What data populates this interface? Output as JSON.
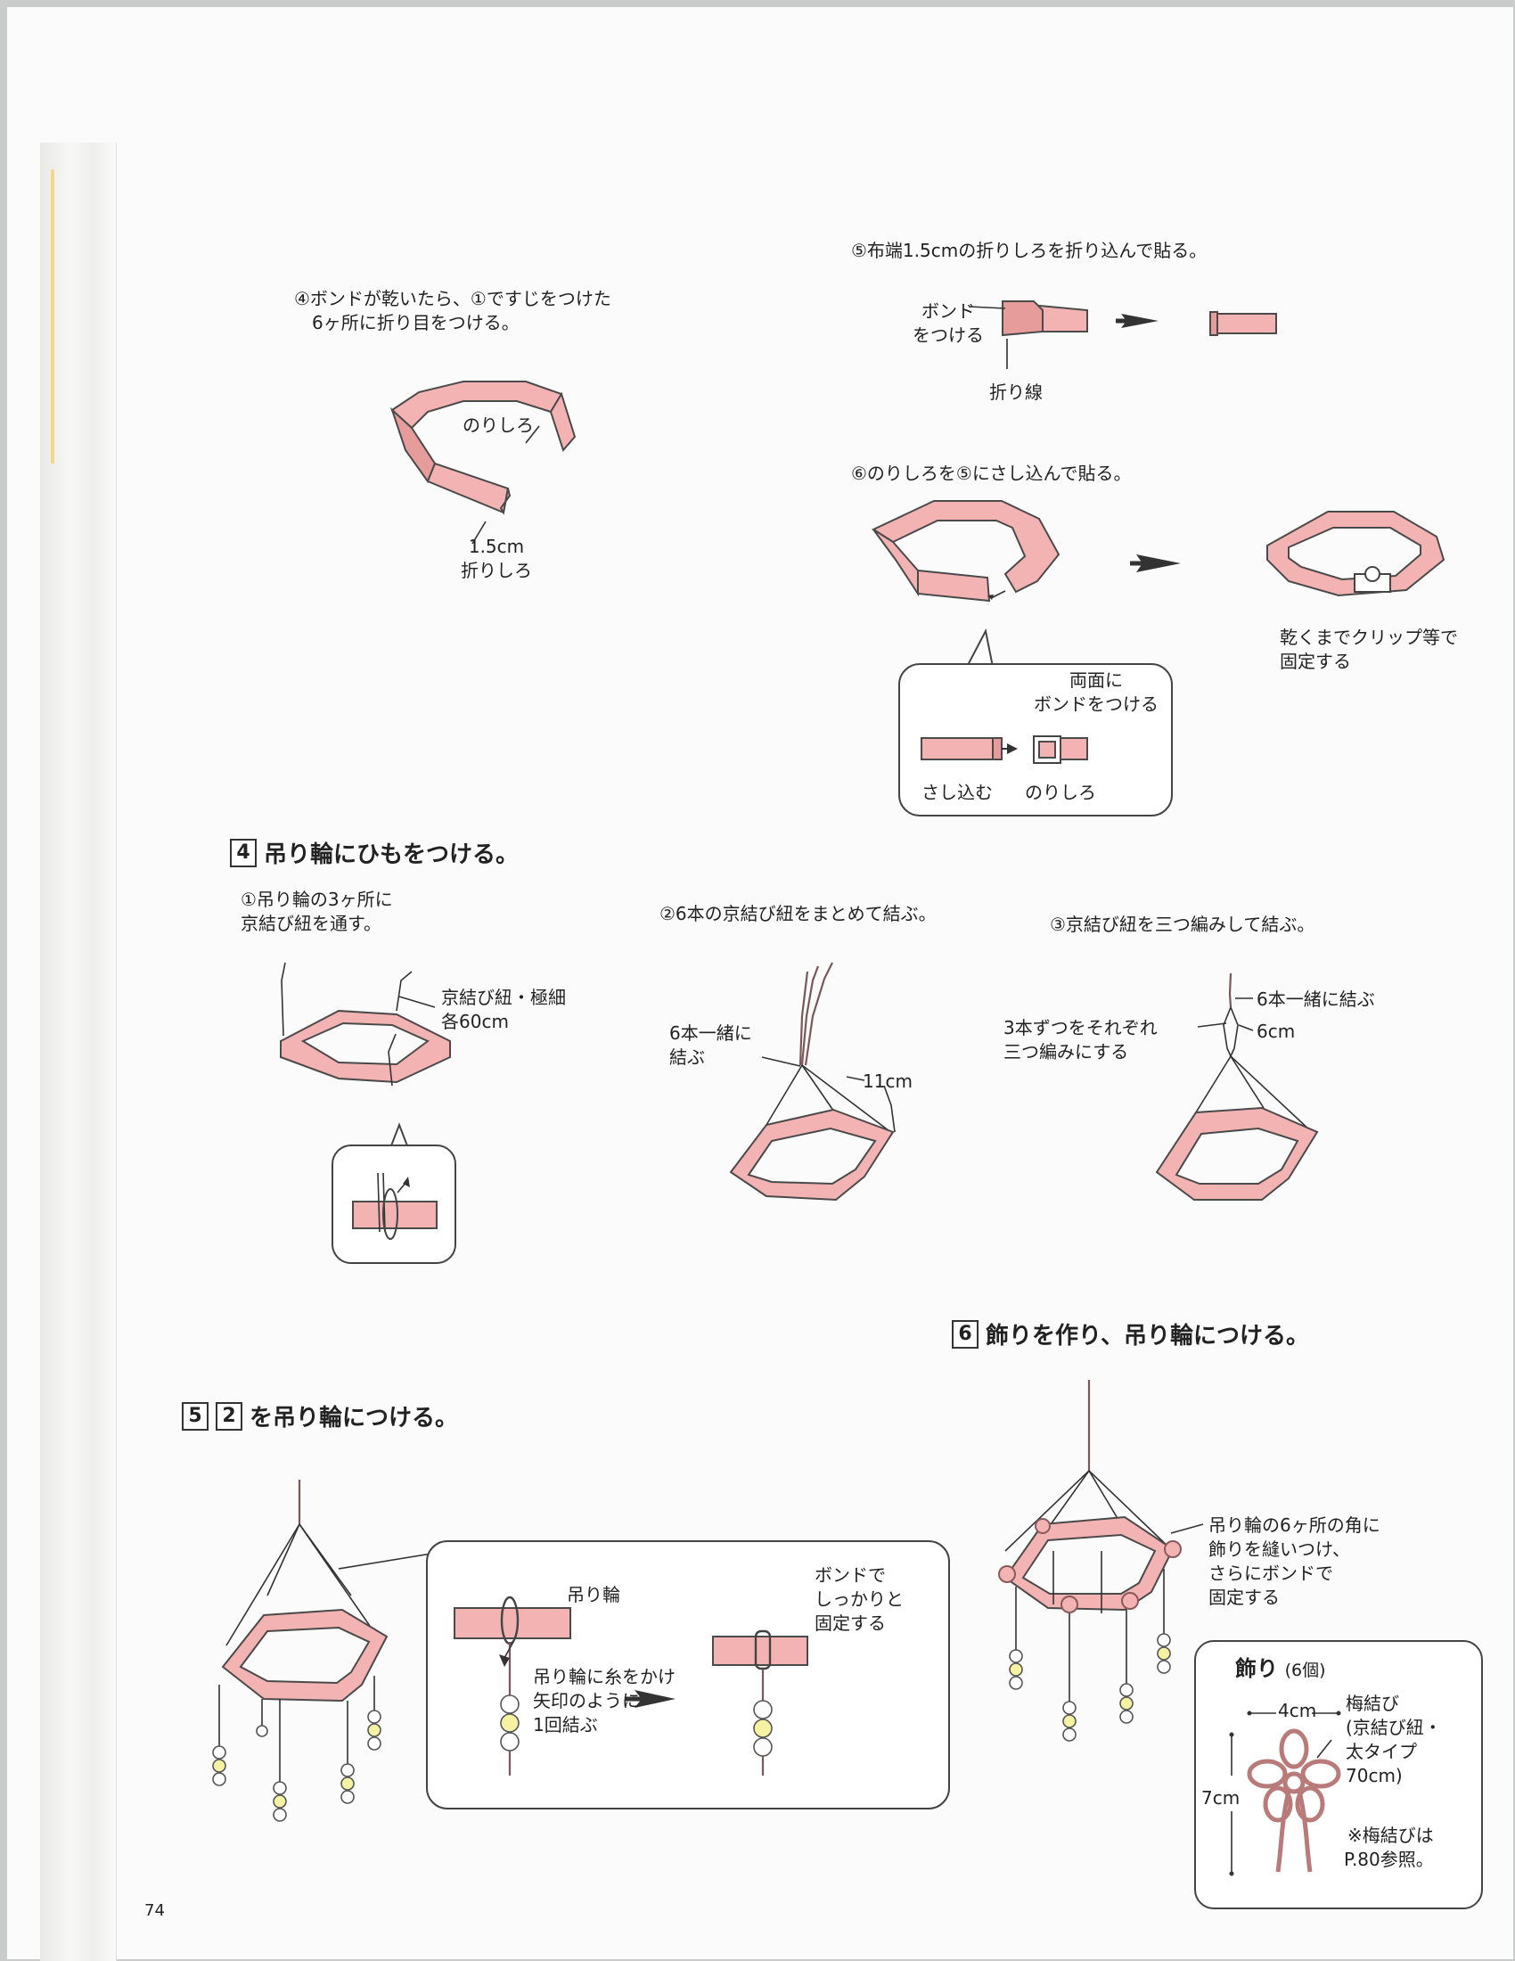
{
  "page_number": "74",
  "colors": {
    "ribbon": "#f4b3b3",
    "outline": "#4a4a4a",
    "bead_yellow": "#f5f2a3"
  },
  "section3": {
    "step4": {
      "text": "④ボンドが乾いたら、①ですじをつけた\n　6ヶ所に折り目をつける。",
      "label_nori": "のりしろ",
      "label_fold": "1.5cm\n折りしろ"
    },
    "step5": {
      "text": "⑤布端1.5cmの折りしろを折り込んで貼る。",
      "label_bond": "ボンド\nをつける",
      "label_line": "折り線"
    },
    "step6": {
      "text": "⑥のりしろを⑤にさし込んで貼る。",
      "label_clip": "乾くまでクリップ等で\n固定する",
      "zoom_both": "両面に\nボンドをつける",
      "zoom_insert": "さし込む",
      "zoom_nori": "のりしろ"
    }
  },
  "section4": {
    "num": "4",
    "title": "吊り輪にひもをつける。",
    "s1": {
      "text": "①吊り輪の3ヶ所に\n京結び紐を通す。",
      "label": "京結び紐・極細\n各60cm"
    },
    "s2": {
      "text": "②6本の京結び紐をまとめて結ぶ。",
      "label_tie": "6本一緒に\n結ぶ",
      "label_len": "11cm"
    },
    "s3": {
      "text": "③京結び紐を三つ編みして結ぶ。",
      "label_tie": "6本一緒に結ぶ",
      "label_braid": "3本ずつをそれぞれ\n三つ編みにする",
      "label_len": "6cm"
    }
  },
  "section5": {
    "num1": "5",
    "num2": "2",
    "title": "を吊り輪につける。",
    "label_ring": "吊り輪",
    "label_tie": "吊り輪に糸をかけ\n矢印のように\n1回結ぶ",
    "label_fix": "ボンドで\nしっかりと\n固定する"
  },
  "section6": {
    "num": "6",
    "title": "飾りを作り、吊り輪につける。",
    "label_sew": "吊り輪の6ヶ所の角に\n飾りを縫いつけ、\nさらにボンドで\n固定する",
    "box_title": "飾り",
    "box_count": "(6個)",
    "width": "4cm",
    "height": "7cm",
    "knot": "梅結び\n(京結び紐・\n太タイプ\n70cm)",
    "note": "※梅結びは\nP.80参照。"
  }
}
